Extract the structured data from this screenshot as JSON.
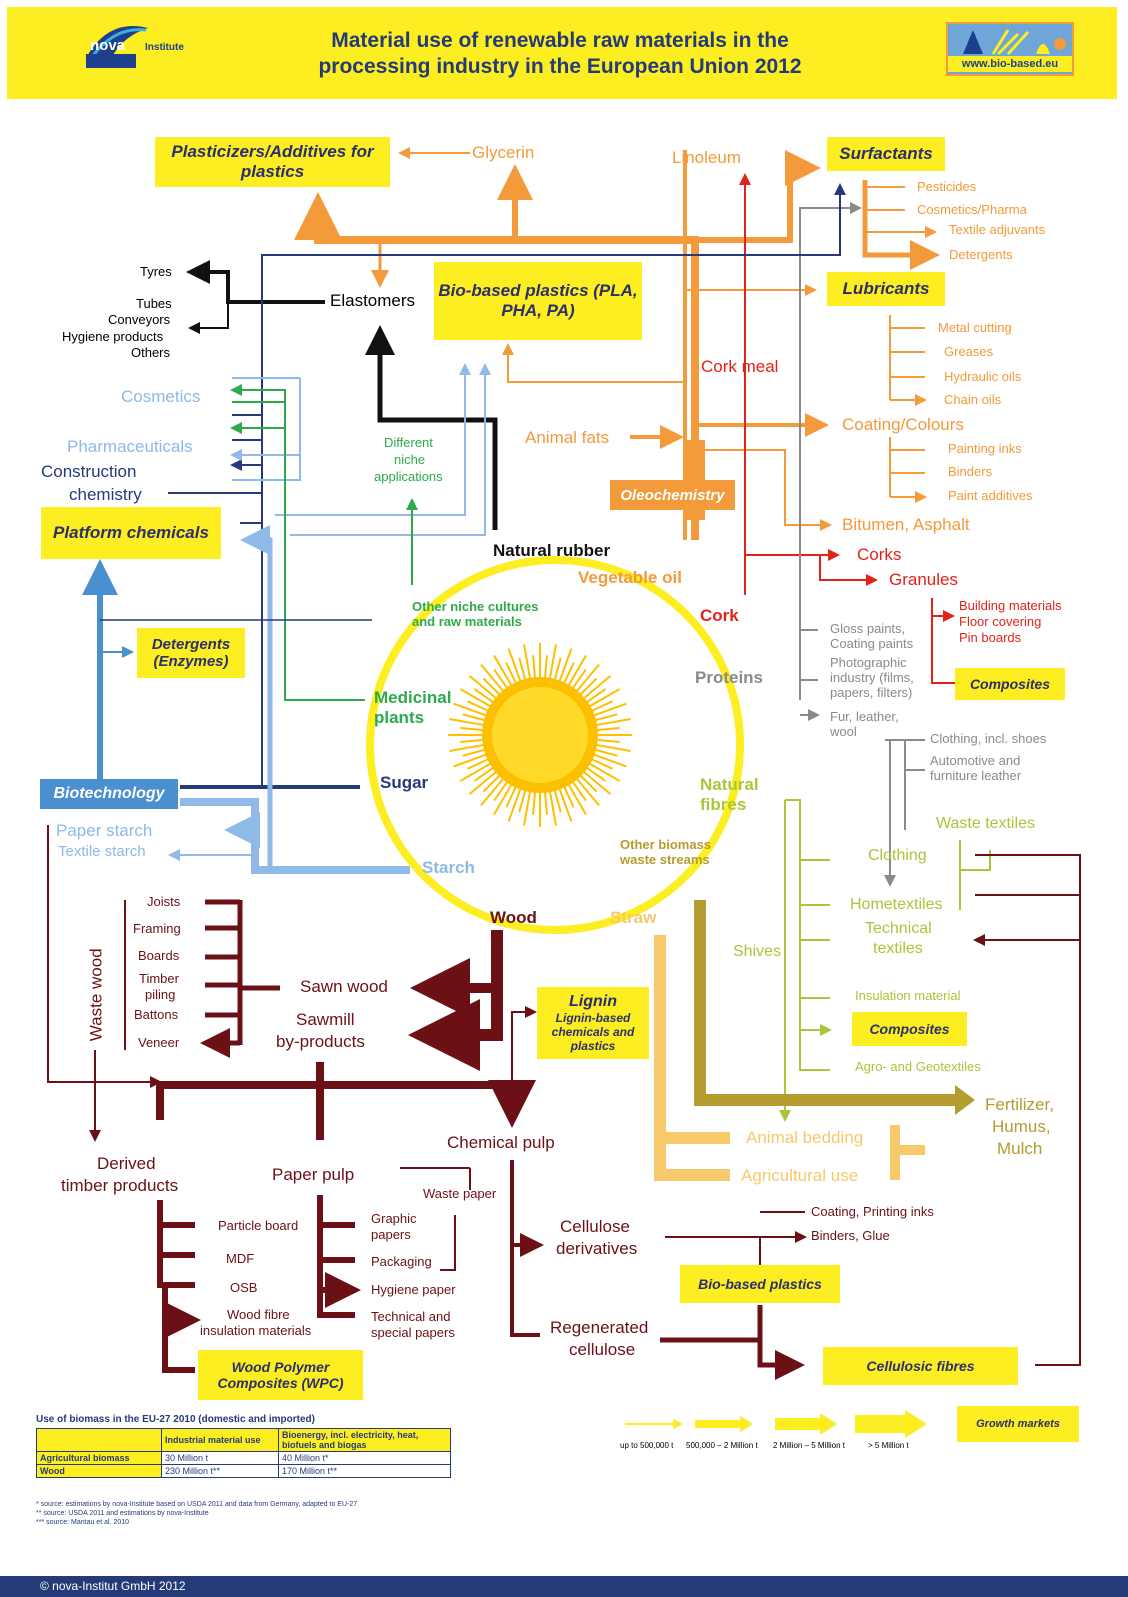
{
  "header": {
    "title_line1": "Material use of renewable raw materials in the",
    "title_line2": "processing industry in the European Union 2012",
    "logo_left_main": "nova",
    "logo_left_sub": "Institute",
    "logo_right_url": "www.bio-based.eu"
  },
  "colors": {
    "yellow": "#fcee21",
    "orange": "#f39a3a",
    "red": "#e2231a",
    "grey": "#8a8a8a",
    "lightgreen": "#a8c63a",
    "darkred": "#6b1116",
    "lightblue": "#8fb9e6",
    "navy": "#263a7a",
    "green": "#2eaa4a",
    "blue": "#4a8fd0",
    "olive": "#b59c2e",
    "sand": "#f7c96b"
  },
  "center": {
    "natural_rubber": "Natural rubber",
    "vegetable_oil": "Vegetable oil",
    "cork": "Cork",
    "proteins": "Proteins",
    "natural_fibres": "Natural fibres",
    "other_biomass": "Other biomass waste streams",
    "straw": "Straw",
    "wood": "Wood",
    "starch": "Starch",
    "sugar": "Sugar",
    "medicinal": "Medicinal plants",
    "other_niche": "Other niche cultures and raw materials"
  },
  "boxes": {
    "plasticizers": "Plasticizers/Additives for plastics",
    "surfactants": "Surfactants",
    "lubricants": "Lubricants",
    "biobased_plastics": "Bio-based plastics (PLA, PHA, PA)",
    "platform": "Platform chemicals",
    "detergents": "Detergents (Enzymes)",
    "biotechnology": "Biotechnology",
    "oleochemistry": "Oleochemistry",
    "composites_cork": "Composites",
    "composites_fibre": "Composites",
    "lignin_title": "Lignin",
    "lignin_sub": "Lignin-based chemicals and plastics",
    "biobased_plastics2": "Bio-based plastics",
    "cellulosic_fibres": "Cellulosic fibres",
    "wpc": "Wood Polymer Composites (WPC)",
    "growth": "Growth markets"
  },
  "labels": {
    "glycerin": "Glycerin",
    "linoleum": "Linoleum",
    "pesticides": "Pesticides",
    "cosmetics_pharma": "Cosmetics/Pharma",
    "textile_adjuvants": "Textile adjuvants",
    "detergents_s": "Detergents",
    "metal_cutting": "Metal cutting",
    "greases": "Greases",
    "hydraulic": "Hydraulic oils",
    "chain_oils": "Chain oils",
    "coating": "Coating/Colours",
    "painting_inks": "Painting inks",
    "binders": "Binders",
    "paint_additives": "Paint additives",
    "bitumen": "Bitumen, Asphalt",
    "animal_fats": "Animal fats",
    "cork_meal": "Cork meal",
    "corks": "Corks",
    "granules": "Granules",
    "building": "Building materials",
    "floor": "Floor covering",
    "pin": "Pin boards",
    "gloss": "Gloss paints, Coating paints",
    "photo": "Photographic industry (films, papers, filters)",
    "fur": "Fur, leather, wool",
    "clothing_shoes": "Clothing, incl. shoes",
    "auto_leather": "Automotive and furniture leather",
    "tyres": "Tyres",
    "tubes": "Tubes",
    "conveyors": "Conveyors",
    "hygiene": "Hygiene products",
    "others": "Others",
    "elastomers": "Elastomers",
    "cosmetics": "Cosmetics",
    "pharma": "Pharmaceuticals",
    "construction1": "Construction",
    "construction2": "chemistry",
    "diff1": "Different",
    "diff2": "niche",
    "diff3": "applications",
    "paper_starch": "Paper starch",
    "textile_starch": "Textile starch",
    "waste_textiles": "Waste textiles",
    "clothing": "Clothing",
    "hometextiles": "Hometextiles",
    "technical1": "Technical",
    "technical2": "textiles",
    "shives": "Shives",
    "insulation": "Insulation material",
    "agro": "Agro- and Geotextiles",
    "fertilizer1": "Fertilizer,",
    "fertilizer2": "Humus,",
    "fertilizer3": "Mulch",
    "animal_bedding": "Animal bedding",
    "agri_use": "Agricultural use",
    "joists": "Joists",
    "framing": "Framing",
    "boards": "Boards",
    "timber1": "Timber",
    "timber2": "piling",
    "battons": "Battons",
    "veneer": "Veneer",
    "waste_wood": "Waste wood",
    "sawn": "Sawn wood",
    "sawmill1": "Sawmill",
    "sawmill2": "by-products",
    "derived1": "Derived",
    "derived2": "timber products",
    "paper_pulp": "Paper pulp",
    "chem_pulp": "Chemical pulp",
    "waste_paper": "Waste paper",
    "particle": "Particle board",
    "mdf": "MDF",
    "osb": "OSB",
    "woodfibre1": "Wood fibre",
    "woodfibre2": "insulation materials",
    "graphic1": "Graphic",
    "graphic2": "papers",
    "packaging": "Packaging",
    "hygiene_paper": "Hygiene paper",
    "techpaper1": "Technical and",
    "techpaper2": "special papers",
    "cell_der1": "Cellulose",
    "cell_der2": "derivatives",
    "regen1": "Regenerated",
    "regen2": "cellulose",
    "coating_inks": "Coating, Printing inks",
    "binders_glue": "Binders, Glue"
  },
  "legend": {
    "s1": "up to 500,000 t",
    "s2": "500,000 – 2 Million t",
    "s3": "2 Million – 5 Million t",
    "s4": "> 5 Million t"
  },
  "table": {
    "title": "Use of biomass in the EU-27 2010 (domestic and imported)",
    "h1": "Industrial material use",
    "h2": "Bioenergy, incl. electricity, heat, biofuels and biogas",
    "r1": "Agricultural biomass",
    "r1a": "30 Million t",
    "r1b": "40 Million t*",
    "r2": "Wood",
    "r2a": "230 Million t**",
    "r2b": "170 Million t**"
  },
  "footnotes": {
    "f1": "* source:     estimations by nova-Institute based on USDA 2011 and data from Germany, adapted to EU-27",
    "f2": "** source:    USDA 2011 and estimations by nova-Institute",
    "f3": "*** source:  Mantau et al. 2010"
  },
  "footer": "© nova-Institut GmbH 2012"
}
